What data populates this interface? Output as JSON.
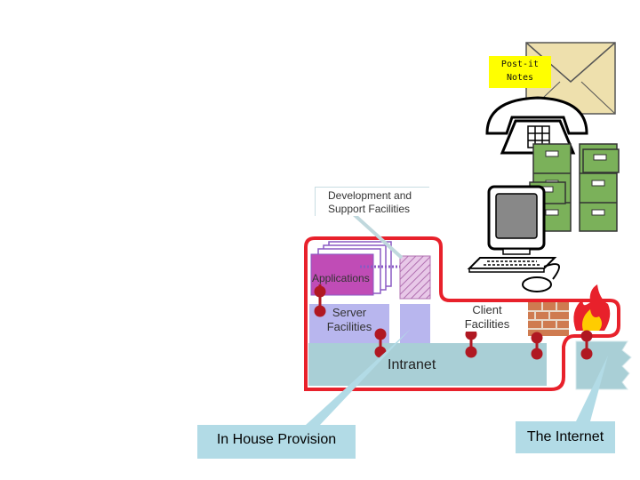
{
  "labels": {
    "post_it": "Post-it Notes",
    "dev_support": "Development and Support Facilities",
    "applications": "Applications",
    "server": "Server Facilities",
    "client": "Client Facilities",
    "intranet": "Intranet",
    "in_house": "In House Provision",
    "internet": "The Internet"
  },
  "colors": {
    "red_outline": "#e8212b",
    "intranet_fill": "#a9cfd6",
    "applications_fill": "#c04cb6",
    "server_fill": "#b8b6ee",
    "callout_fill": "#b2dbe6",
    "postit_fill": "#ffff00",
    "envelope_fill": "#eee0ad",
    "cabinet_fill": "#7bb15a",
    "brick_fill": "#cf7b50"
  },
  "icons": [
    "envelope-icon",
    "telephone-icon",
    "filing-cabinet-icon",
    "computer-icon",
    "firewall-icon"
  ]
}
